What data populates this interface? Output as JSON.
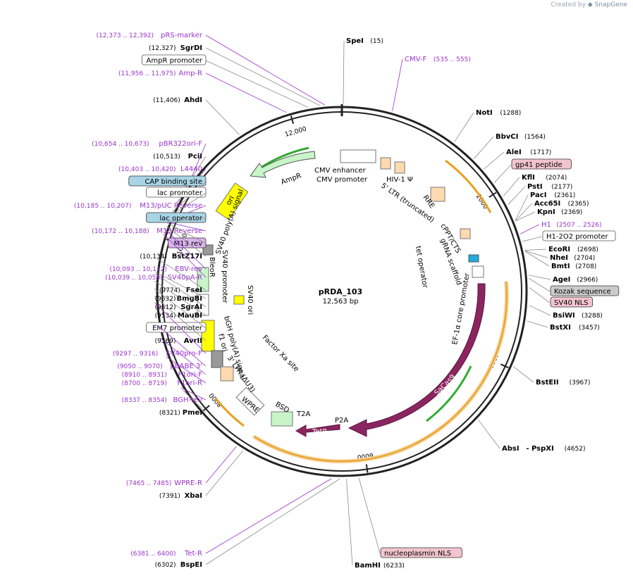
{
  "credit": {
    "prefix": "Created by",
    "brand": "SnapGene"
  },
  "plasmid": {
    "name": "pRDA_103",
    "size": "12,563 bp"
  },
  "colors": {
    "enzyme_line": "#8a8a8a",
    "primer": "#9933cc",
    "backbone": "#222222",
    "orange_arc": "#e8a020",
    "green_arc": "#33aa33",
    "sacas9": "#8b2560",
    "tetr": "#8b2560",
    "amp": "#c8f5c8",
    "ori": "#ffff00",
    "ltr": "#ffd9b0",
    "box_blue": "#a8d4e6",
    "box_pink": "#f2c4d0",
    "box_gray": "#cccccc"
  },
  "ticks": [
    {
      "bp": 2000,
      "label": "2000"
    },
    {
      "bp": 4000,
      "label": "4000"
    },
    {
      "bp": 6000,
      "label": "6000"
    },
    {
      "bp": 8000,
      "label": "8000"
    },
    {
      "bp": 10000,
      "label": "10,000"
    },
    {
      "bp": 12000,
      "label": "12,000"
    }
  ],
  "left_labels": [
    {
      "pos": "(12,373 .. 12,392)",
      "name": "pRS-marker",
      "kind": "primer"
    },
    {
      "pos": "(12,327)",
      "name": "SgrDI",
      "kind": "enzyme"
    },
    {
      "pos": "",
      "name": "AmpR promoter",
      "kind": "box"
    },
    {
      "pos": "(11,956 .. 11,975)",
      "name": "Amp-R",
      "kind": "primer"
    },
    {
      "pos": "(11,406)",
      "name": "AhdI",
      "kind": "enzyme"
    },
    {
      "pos": "(10,654 .. 10,673)",
      "name": "pBR322ori-F",
      "kind": "primer"
    },
    {
      "pos": "(10,513)",
      "name": "PciI",
      "kind": "enzyme"
    },
    {
      "pos": "(10,403 .. 10,420)",
      "name": "L4440",
      "kind": "primer"
    },
    {
      "pos": "",
      "name": "CAP binding site",
      "kind": "box-blue"
    },
    {
      "pos": "",
      "name": "lac promoter",
      "kind": "box"
    },
    {
      "pos": "(10,185 .. 10,207)",
      "name": "M13/pUC Reverse",
      "kind": "primer"
    },
    {
      "pos": "",
      "name": "lac operator",
      "kind": "box-blue"
    },
    {
      "pos": "(10,172 .. 10,188)",
      "name": "M13 Reverse",
      "kind": "primer"
    },
    {
      "pos": "",
      "name": "M13 rev",
      "kind": "box-purple"
    },
    {
      "pos": "(10,134)",
      "name": "BstZ17I",
      "kind": "enzyme"
    },
    {
      "pos": "(10,093 .. 10,112)",
      "name": "EBV-rev",
      "kind": "primer"
    },
    {
      "pos": "(10,039 .. 10,058)",
      "name": "SV40pA-R",
      "kind": "primer"
    },
    {
      "pos": "(9774)",
      "name": "FseI",
      "kind": "enzyme"
    },
    {
      "pos": "(9632)",
      "name": "BmgBI",
      "kind": "enzyme"
    },
    {
      "pos": "(9612)",
      "name": "SgrAI",
      "kind": "enzyme"
    },
    {
      "pos": "(9534)",
      "name": "MauBI",
      "kind": "enzyme"
    },
    {
      "pos": "",
      "name": "EM7 promoter",
      "kind": "box"
    },
    {
      "pos": "(9369)",
      "name": "AvrII",
      "kind": "enzyme"
    },
    {
      "pos": "(9297 .. 9316)",
      "name": "SV40pro-F",
      "kind": "primer"
    },
    {
      "pos": "(9050 .. 9070)",
      "name": "pBABE 3'",
      "kind": "primer"
    },
    {
      "pos": "(8910 .. 8931)",
      "name": "F1ori-F",
      "kind": "primer"
    },
    {
      "pos": "(8700 .. 8719)",
      "name": "F1ori-R",
      "kind": "primer"
    },
    {
      "pos": "(8337 .. 8354)",
      "name": "BGH-rev",
      "kind": "primer"
    },
    {
      "pos": "(8321)",
      "name": "PmeI",
      "kind": "enzyme"
    },
    {
      "pos": "(7465 .. 7485)",
      "name": "WPRE-R",
      "kind": "primer"
    },
    {
      "pos": "(7391)",
      "name": "XbaI",
      "kind": "enzyme"
    },
    {
      "pos": "(6381 .. 6400)",
      "name": "Tet-R",
      "kind": "primer"
    },
    {
      "pos": "(6302)",
      "name": "BspEI",
      "kind": "enzyme"
    }
  ],
  "right_labels": [
    {
      "name": "SpeI",
      "pos": "(15)",
      "kind": "enzyme"
    },
    {
      "name": "CMV-F",
      "pos": "(535 .. 555)",
      "kind": "primer"
    },
    {
      "name": "NotI",
      "pos": "(1288)",
      "kind": "enzyme"
    },
    {
      "name": "BbvCI",
      "pos": "(1564)",
      "kind": "enzyme"
    },
    {
      "name": "AleI",
      "pos": "(1717)",
      "kind": "enzyme"
    },
    {
      "name": "gp41 peptide",
      "pos": "",
      "kind": "box-pink"
    },
    {
      "name": "KflI",
      "pos": "(2074)",
      "kind": "enzyme"
    },
    {
      "name": "PstI",
      "pos": "(2177)",
      "kind": "enzyme"
    },
    {
      "name": "PacI",
      "pos": "(2361)",
      "kind": "enzyme"
    },
    {
      "name": "Acc65I",
      "pos": "(2365)",
      "kind": "enzyme"
    },
    {
      "name": "KpnI",
      "pos": "(2369)",
      "kind": "enzyme"
    },
    {
      "name": "H1",
      "pos": "(2507 .. 2526)",
      "kind": "primer"
    },
    {
      "name": "H1-2O2 promoter",
      "pos": "",
      "kind": "box"
    },
    {
      "name": "EcoRI",
      "pos": "(2698)",
      "kind": "enzyme"
    },
    {
      "name": "NheI",
      "pos": "(2704)",
      "kind": "enzyme"
    },
    {
      "name": "BmtI",
      "pos": "(2708)",
      "kind": "enzyme"
    },
    {
      "name": "AgeI",
      "pos": "(2966)",
      "kind": "enzyme"
    },
    {
      "name": "Kozak sequence",
      "pos": "",
      "kind": "box-gray"
    },
    {
      "name": "SV40 NLS",
      "pos": "",
      "kind": "box-pink"
    },
    {
      "name": "BsiWI",
      "pos": "(3288)",
      "kind": "enzyme"
    },
    {
      "name": "BstXI",
      "pos": "(3457)",
      "kind": "enzyme"
    },
    {
      "name": "BstEII",
      "pos": "(3967)",
      "kind": "enzyme"
    },
    {
      "name": "AbsI",
      "pos": "(4652)",
      "kind": "enzyme",
      "extra": "- PspXI"
    },
    {
      "name": "nucleoplasmin NLS",
      "pos": "",
      "kind": "box-pink"
    },
    {
      "name": "BamHI",
      "pos": "(6233)",
      "kind": "enzyme"
    }
  ],
  "features": {
    "cmv_enhancer": "CMV enhancer",
    "cmv_promoter": "CMV promoter",
    "hiv_psi": "HIV-1 Ψ",
    "rre": "RRE",
    "ltr5": "5' LTR (truncated)",
    "cppt": "cPPT/CTS",
    "grna": "gRNA scaffold",
    "tet_op": "tet operator",
    "ef1a": "EF-1α core promoter",
    "sacas9": "SaCas9",
    "p2a": "P2A",
    "tetr": "TetR",
    "t2a": "T2A",
    "bsd": "BSD",
    "wpre": "WPRE",
    "ltr3": "3' LTR (ΔU3)",
    "factor_xa": "Factor Xa site",
    "bgh": "bGH poly(A) signal",
    "f1ori": "f1 ori",
    "sv40ori": "SV40 ori",
    "bleor": "BleoR",
    "sv40pro": "SV40 promoter",
    "sv40pa": "SV40 poly(A) signal",
    "ori": "ori",
    "ampr": "AmpR"
  }
}
